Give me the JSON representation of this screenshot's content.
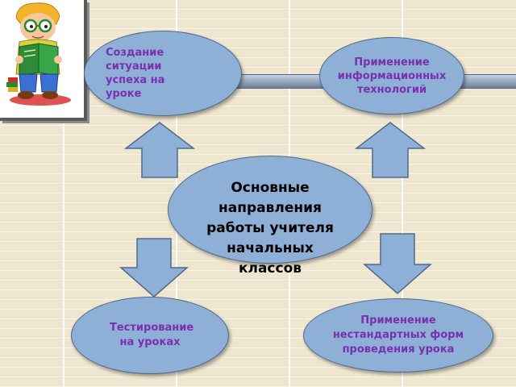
{
  "diagram": {
    "center": "Основные направления работы учителя начальных классов",
    "nodes": {
      "success": "Создание ситуации успеха на уроке",
      "it": "Применение информационных технологий",
      "testing": "Тестирование на уроках",
      "nonstandard": "Применение нестандартных форм проведения урока"
    }
  },
  "colors": {
    "ellipse_fill": "#8fb0d6",
    "node_text": "#7a2fb0",
    "center_text": "#000000",
    "background": "#efe6cf"
  },
  "icons": {
    "picture": "boy-reading-book-icon",
    "arrows": "block-arrow-icon"
  }
}
